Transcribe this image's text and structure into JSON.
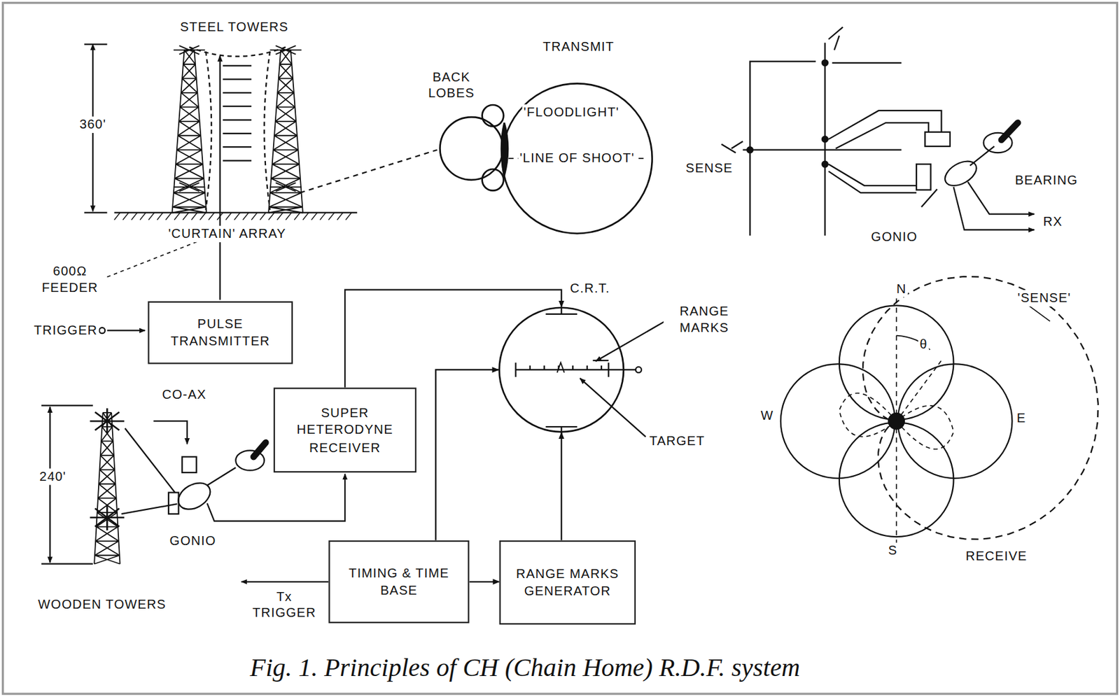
{
  "diagram": {
    "caption": "Fig. 1. Principles of CH (Chain Home) R.D.F. system",
    "nodes": [
      {
        "text": [
          "PULSE TRANSMITTER"
        ]
      },
      {
        "text": [
          "SUPER HETERODYNE RECEIVER"
        ]
      },
      {
        "text": [
          "C.R.T."
        ]
      },
      {
        "text": [
          "TIMING & TIME BASE"
        ]
      },
      {
        "text": [
          "RANGE MARKS GENERATOR"
        ]
      }
    ],
    "edges": [
      {
        "from": 1,
        "to": 2,
        "arrow": "to"
      },
      {
        "from": 3,
        "to": 2,
        "arrow": "to"
      },
      {
        "from": 3,
        "to": 4,
        "arrow": "to"
      },
      {
        "from": 4,
        "to": 2,
        "arrow": "to"
      }
    ],
    "labels": [
      "STEEL TOWERS",
      "360'",
      "'CURTAIN' ARRAY",
      "600Ω FEEDER",
      "TRIGGER",
      "TRANSMIT",
      "BACK LOBES",
      "'FLOODLIGHT'",
      "'LINE OF SHOOT'",
      "SENSE",
      "GONIO",
      "BEARING",
      "RX",
      "RANGE MARKS",
      "TARGET",
      "CO-AX",
      "240'",
      "GONIO",
      "WOODEN TOWERS",
      "Tx TRIGGER",
      "N",
      "W",
      "E",
      "S",
      "'SENSE'",
      "θ",
      "RECEIVE"
    ]
  }
}
